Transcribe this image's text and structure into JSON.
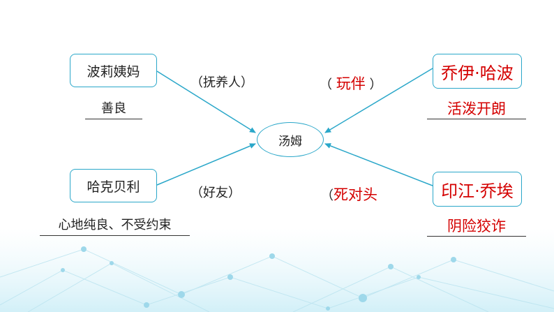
{
  "center": {
    "label": "汤姆"
  },
  "characters": {
    "polly": {
      "name": "波莉姨妈",
      "trait": "善良",
      "relation_open": "（",
      "relation": "抚养人",
      "relation_close": "）"
    },
    "huck": {
      "name": "哈克贝利",
      "trait": "心地纯良、不受约束",
      "relation_open": "（",
      "relation": "好友",
      "relation_close": "）"
    },
    "joe_harper": {
      "name": "乔伊·哈波",
      "trait": "活泼开朗",
      "relation_open": "（ ",
      "relation": "玩伴",
      "relation_close": " ）"
    },
    "injun_joe": {
      "name": "印江·乔埃",
      "trait": "阴险狡诈",
      "relation_open": "（",
      "relation": "死对头",
      "relation_close": ""
    }
  },
  "colors": {
    "edge": "#2aa7c9",
    "answer": "#d40000"
  }
}
